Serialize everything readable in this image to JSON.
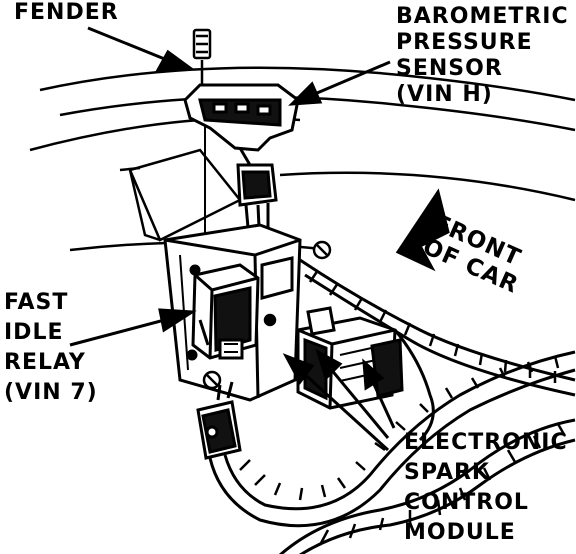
{
  "labels": {
    "fender": "FENDER",
    "baro_sensor": [
      "BAROMETRIC",
      "PRESSURE",
      "SENSOR",
      "(VIN H)"
    ],
    "fast_idle_relay": [
      "FAST",
      "IDLE",
      "RELAY",
      "(VIN 7)"
    ],
    "esc_module": [
      "ELECTRONIC",
      "SPARK",
      "CONTROL",
      "MODULE"
    ],
    "front_of_car": [
      "FRONT",
      "OF CAR"
    ]
  },
  "colors": {
    "ink": "#000000",
    "paper": "#ffffff"
  }
}
